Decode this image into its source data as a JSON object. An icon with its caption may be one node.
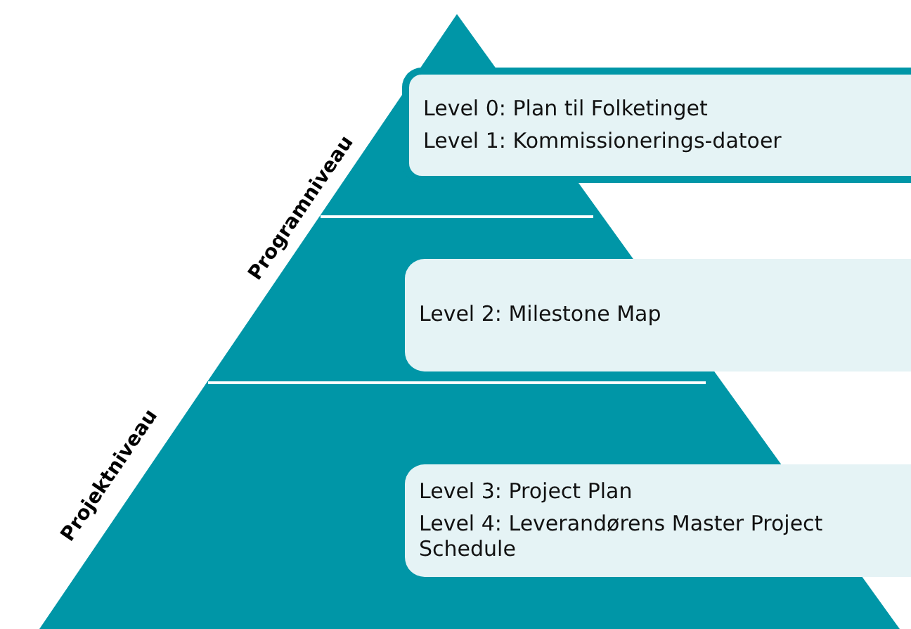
{
  "diagram": {
    "nodes": [
      {
        "text": [
          "Level 0: Plan til Folketinget",
          "Level 1: Kommissionerings-datoer"
        ]
      },
      {
        "text": [
          "Level 2: Milestone Map"
        ]
      },
      {
        "text": [
          "Level 3: Project Plan",
          "Level 4: Leverandørens Master Project Schedule"
        ]
      }
    ],
    "edges": [],
    "labels": [
      "Programniveau",
      "Projektniveau"
    ]
  }
}
